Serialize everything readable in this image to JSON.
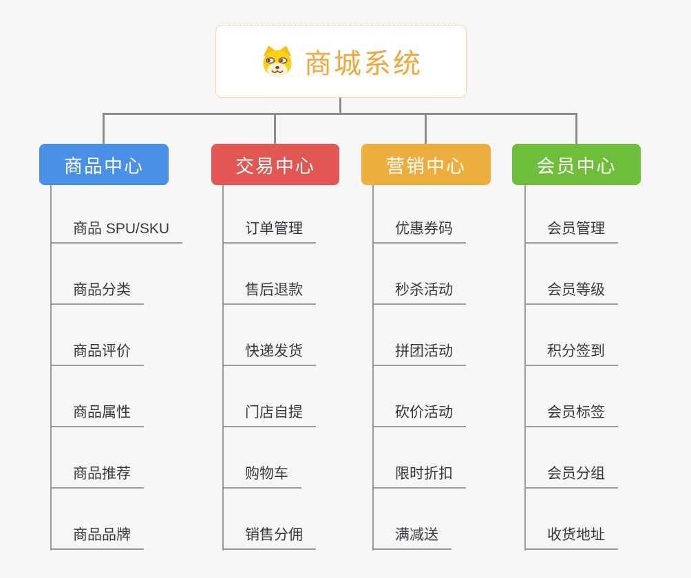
{
  "canvas": {
    "background": "#f6f6f6"
  },
  "root": {
    "title": "商城系统",
    "icon": "doge-dog-icon",
    "title_color": "#f0a73c",
    "border_color": "#f3ad45"
  },
  "connectors": {
    "main_color": "#8c8c8c",
    "leaf_line_color": "#999999"
  },
  "branches": [
    {
      "label": "商品中心",
      "color": "#4a90e8",
      "items": [
        "商品 SPU/SKU",
        "商品分类",
        "商品评价",
        "商品属性",
        "商品推荐",
        "商品品牌"
      ]
    },
    {
      "label": "交易中心",
      "color": "#e25751",
      "items": [
        "订单管理",
        "售后退款",
        "快递发货",
        "门店自提",
        "购物车",
        "销售分佣"
      ]
    },
    {
      "label": "营销中心",
      "color": "#eeae3e",
      "items": [
        "优惠券码",
        "秒杀活动",
        "拼团活动",
        "砍价活动",
        "限时折扣",
        "满减送"
      ]
    },
    {
      "label": "会员中心",
      "color": "#6ebe3b",
      "items": [
        "会员管理",
        "会员等级",
        "积分签到",
        "会员标签",
        "会员分组",
        "收货地址"
      ]
    }
  ]
}
